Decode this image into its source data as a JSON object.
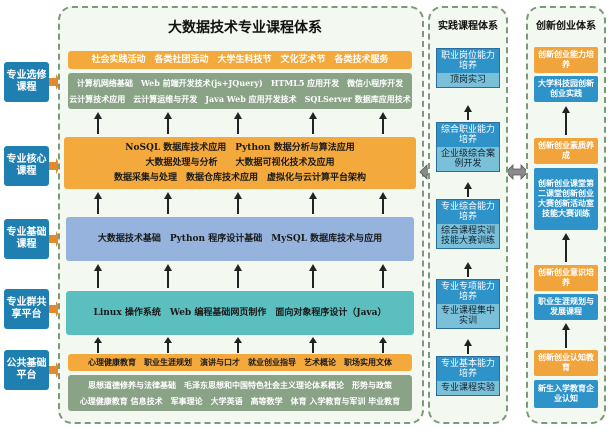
{
  "main": {
    "title": "大数据技术专业课程体系",
    "top_band": {
      "row1": "社会实践活动　各类社团活动　大学生科技节　文化艺术节　各类技术服务",
      "row2": "计算机网络基础　Web 前端开发技术(js+JQuery)　HTML5 应用开发　微信小程序开发",
      "row3": "云计算技术应用　云计算运维与开发　Java Web 应用开发技术　SQLServer 数据库应用技术"
    },
    "core_band": {
      "row1": "NoSQL 数据库技术应用　Python 数据分析与算法应用",
      "row2": "大数据处理与分析　　大数据可视化技术及应用",
      "row3": "数据采集与处理　数据仓库技术应用　虚拟化与云计算平台架构"
    },
    "base_band": "大数据技术基础　Python 程序设计基础　MySQL 数据库技术与应用",
    "shared_band": "Linux 操作系统　Web 编程基础网页制作　面向对象程序设计（Java）",
    "public_band": {
      "row1": "心理健康教育　职业生涯规划　演讲与口才　就业创业指导　艺术概论　职场实用文体",
      "row2": "思想道德修养与法律基础　毛泽东思想和中国特色社会主义理论体系概论　形势与政策",
      "row3": "心理健康教育 信息技术　军事理论　大学英语　高等数学　体育 入学教育与军训 毕业教育"
    }
  },
  "left_labels": [
    "专业选修课程",
    "专业核心课程",
    "专业基础课程",
    "专业群共享平台",
    "公共基础平台"
  ],
  "practice": {
    "title": "实践课程体系",
    "blocks": [
      {
        "top": "职业岗位能力培养",
        "bottom": "顶岗实习"
      },
      {
        "top": "综合职业能力培养",
        "bottom": "企业级综合案例开发"
      },
      {
        "top": "专业综合能力培养",
        "bottom": "综合课程实训技能大赛训练"
      },
      {
        "top": "专业专项能力培养",
        "bottom": "专业课程集中实训"
      },
      {
        "top": "专业基本能力培养",
        "bottom": "专业课程实验"
      }
    ]
  },
  "innovation": {
    "title": "创新创业体系",
    "items": [
      {
        "text": "创新创业能力培养",
        "style": "orange"
      },
      {
        "text": "大学科技园创新创业实践",
        "style": "blue"
      },
      {
        "text": "创新创业素质养成",
        "style": "orange"
      },
      {
        "text": "创新创业课堂第二课堂创新创业大赛创新活动室技能大赛训练",
        "style": "blue"
      },
      {
        "text": "创新创业意识培养",
        "style": "orange"
      },
      {
        "text": "职业生涯规划与发展课程",
        "style": "blue"
      },
      {
        "text": "创新创业认知教育",
        "style": "orange"
      },
      {
        "text": "新生入学教育企业认知",
        "style": "blue"
      }
    ]
  },
  "colors": {
    "orange": "#f4a93c",
    "blue_band": "#95b3dd",
    "teal": "#5bbfbf",
    "gray_band": "#8aa387",
    "label_blue": "#1f7fb0"
  }
}
